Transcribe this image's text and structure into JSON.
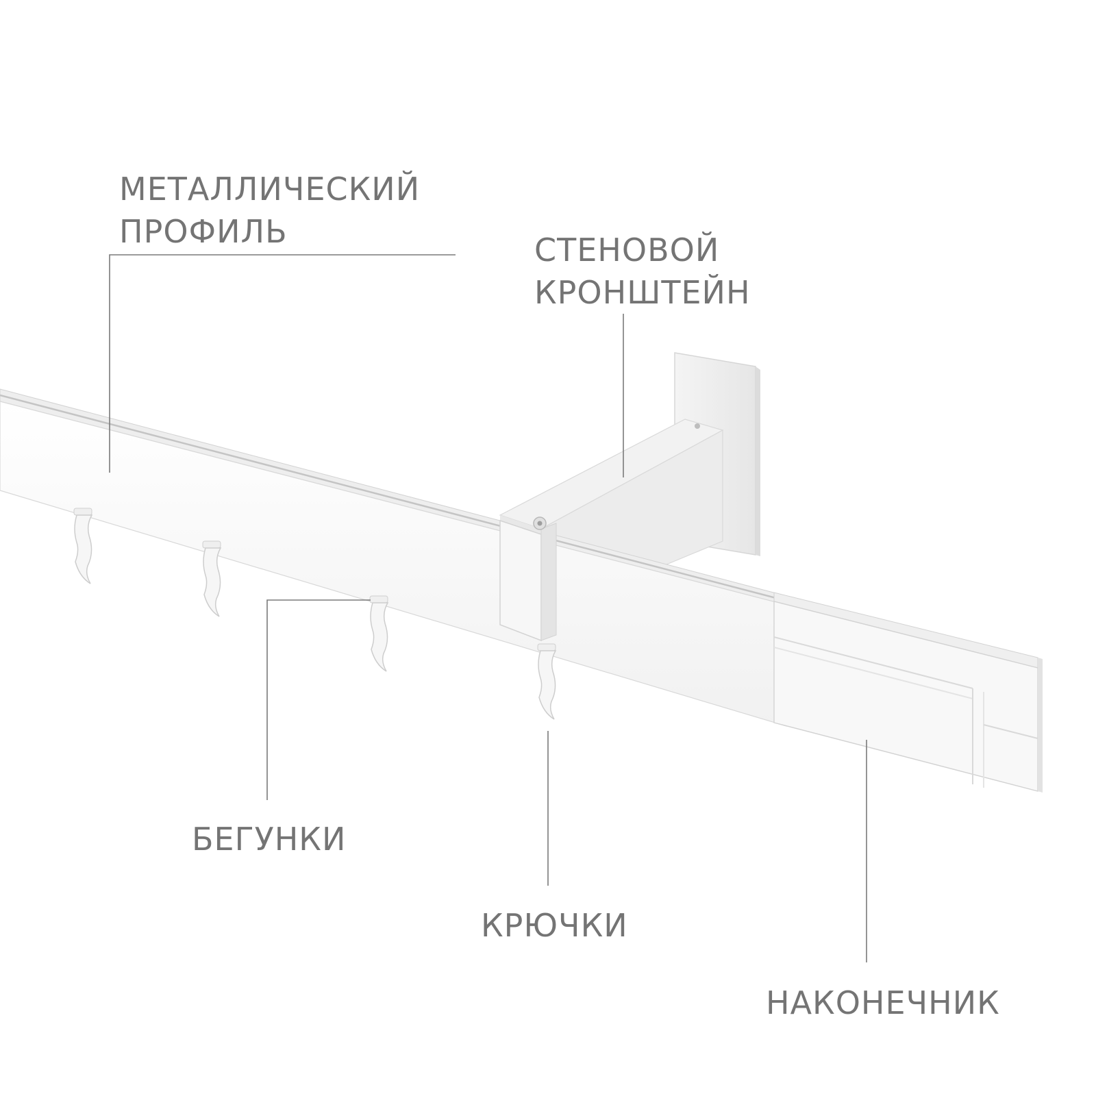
{
  "labels": {
    "profile": {
      "line1": "МЕТАЛЛИЧЕСКИЙ",
      "line2": "ПРОФИЛЬ"
    },
    "bracket": {
      "line1": "СТЕНОВОЙ",
      "line2": "КРОНШТЕЙН"
    },
    "gliders": "БЕГУНКИ",
    "hooks": "КРЮЧКИ",
    "end_cap": "НАКОНЕЧНИК"
  },
  "colors": {
    "label_text": "#747474",
    "leader_line": "#7a7a7a",
    "rail_top": "#eeeeee",
    "rail_front": "#f9f9f9",
    "groove": "#c9c9c9",
    "outline": "#d4d4d4"
  }
}
